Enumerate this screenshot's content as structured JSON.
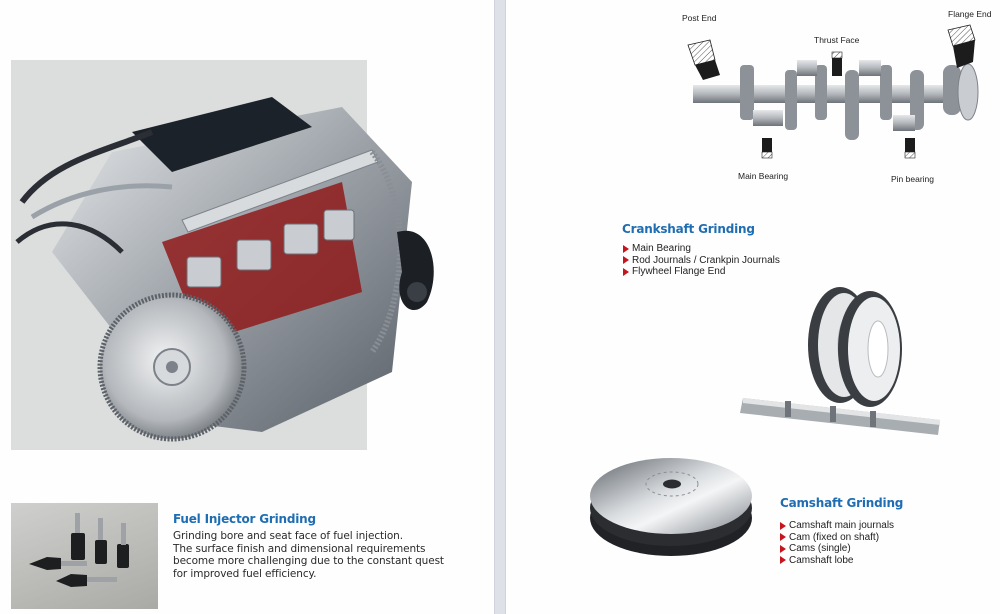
{
  "document": {
    "left_page": {
      "engine_image": {
        "alt": "engine-cutaway-illustration"
      },
      "injector_image": {
        "alt": "fuel-injector-grinding-pins-photo"
      },
      "fuel_injector": {
        "title": "Fuel Injector Grinding",
        "lines": [
          "Grinding bore and seat face of fuel injection.",
          "The surface finish and dimensional requirements",
          "become more challenging due to the constant quest",
          "for improved fuel efficiency."
        ]
      }
    },
    "right_page": {
      "crankshaft_diagram": {
        "labels": {
          "post_end": "Post End",
          "flange_end": "Flange End",
          "thrust_face": "Thrust Face",
          "main_bearing": "Main Bearing",
          "pin_bearing": "Pin bearing"
        }
      },
      "crankshaft": {
        "title": "Crankshaft Grinding",
        "items": [
          "Main Bearing",
          "Rod Journals / Crankpin Journals",
          "Flywheel Flange End"
        ]
      },
      "camshaft": {
        "title": "Camshaft Grinding",
        "items": [
          "Camshaft main journals",
          "Cam (fixed on shaft)",
          "Cams (single)",
          "Camshaft lobe"
        ]
      }
    },
    "colors": {
      "heading": "#1f6db2",
      "bullet": "#c4161c",
      "gutter": "#dfe1e9"
    }
  }
}
